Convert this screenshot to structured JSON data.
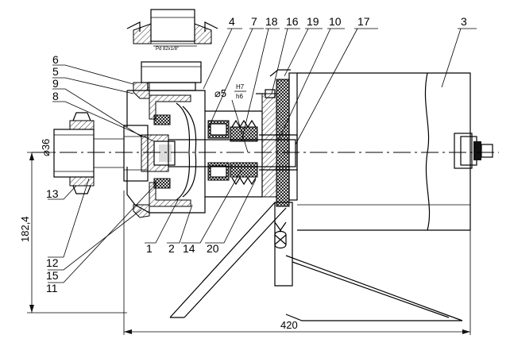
{
  "callouts": {
    "c1": "1",
    "c2": "2",
    "c3": "3",
    "c4": "4",
    "c5": "5",
    "c6": "6",
    "c7": "7",
    "c8": "8",
    "c9": "9",
    "c10": "10",
    "c11": "11",
    "c12": "12",
    "c13": "13",
    "c14": "14",
    "c15": "15",
    "c16": "16",
    "c17": "17",
    "c18": "18",
    "c19": "19",
    "c20": "20"
  },
  "dimensions": {
    "height": "182,4",
    "width": "420",
    "pipe_diameter": "⌀36",
    "shaft_diameter": "⌀5",
    "fit_upper": "H7",
    "fit_lower": "h6",
    "flange_thread": "Pd 82x1/8\""
  }
}
